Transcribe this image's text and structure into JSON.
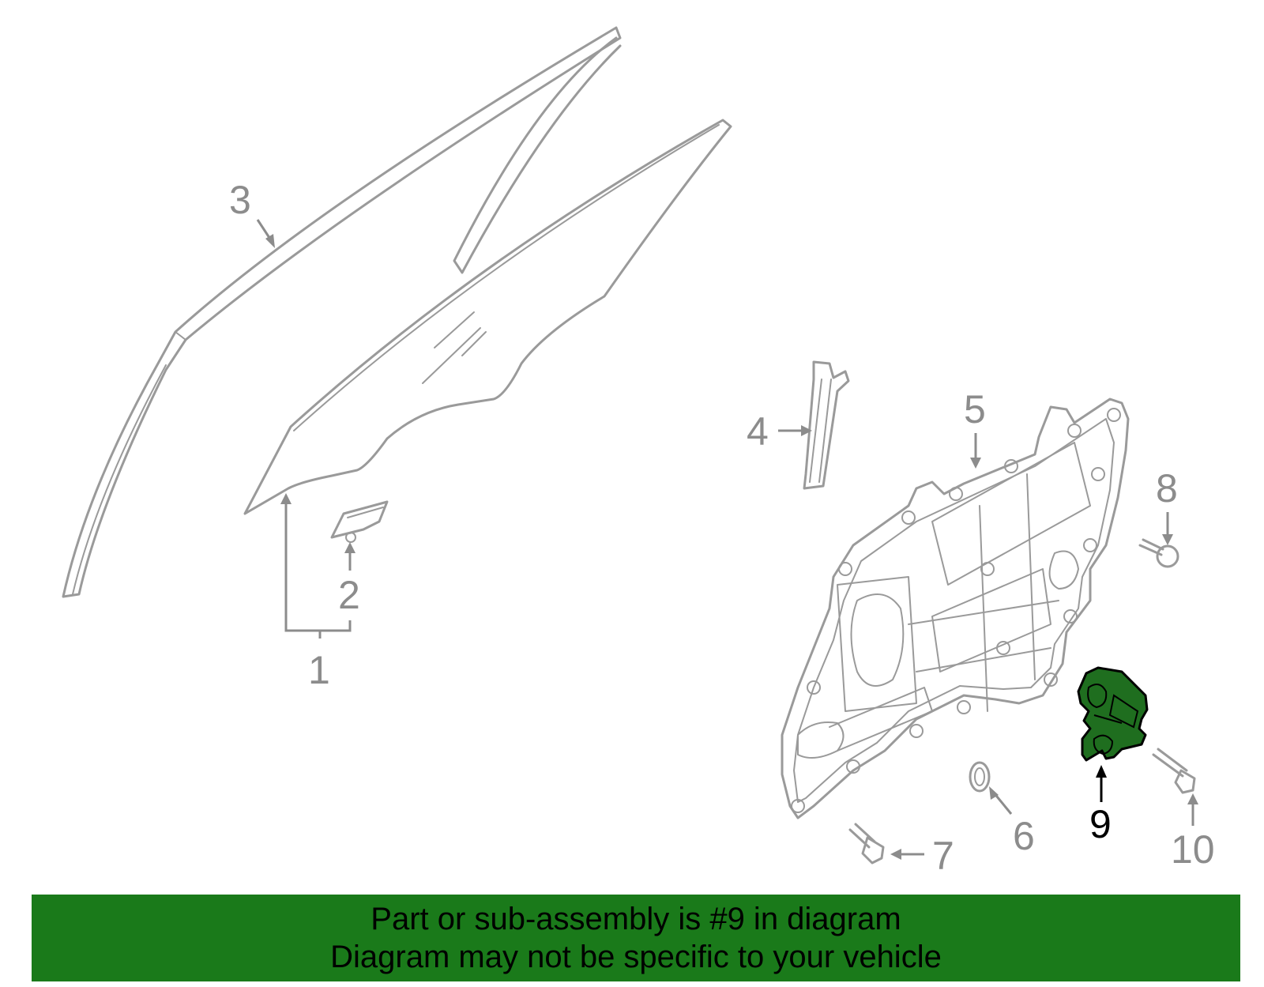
{
  "diagram": {
    "callouts": [
      "1",
      "2",
      "3",
      "4",
      "5",
      "6",
      "7",
      "8",
      "9",
      "10"
    ],
    "highlighted_part": "9",
    "highlight_color": "#1a7a1a",
    "line_color": "#9a9a9a"
  },
  "banner": {
    "line1": "Part or sub-assembly is #9 in diagram",
    "line2": "Diagram may not be specific to your vehicle",
    "background": "#1a7a1a"
  }
}
